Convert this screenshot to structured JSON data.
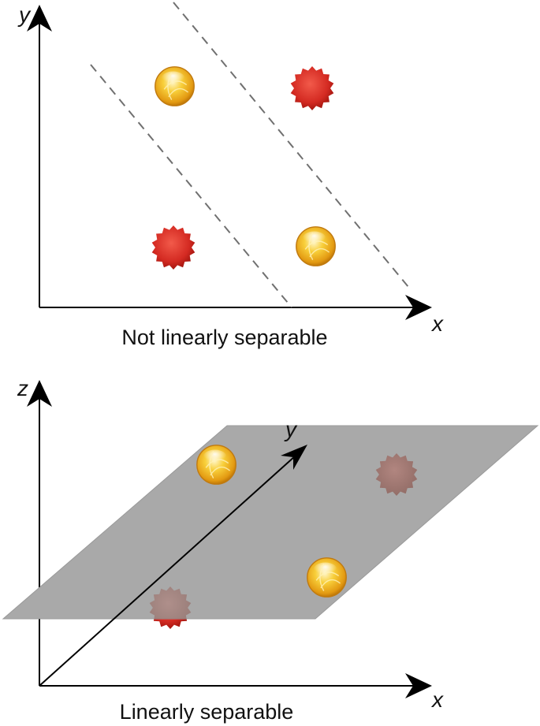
{
  "top_panel": {
    "x_axis_label": "x",
    "y_axis_label": "y",
    "caption": "Not linearly separable",
    "points": [
      {
        "kind": "orb",
        "col": 1,
        "row": 1
      },
      {
        "kind": "star",
        "col": 2,
        "row": 1
      },
      {
        "kind": "star",
        "col": 1,
        "row": 2
      },
      {
        "kind": "orb",
        "col": 2,
        "row": 2
      }
    ]
  },
  "bottom_panel": {
    "x_axis_label": "x",
    "y_axis_label": "y",
    "z_axis_label": "z",
    "caption": "Linearly separable"
  },
  "colors": {
    "axis": "#000000",
    "plane": "#a9a9a9",
    "plane_border": "#9a9a9a",
    "dashed_line": "#707070",
    "star": "#d42a22",
    "orb": "#f2b020"
  },
  "icons": {
    "orb": "gold-sphere-icon",
    "star": "red-starburst-icon"
  }
}
